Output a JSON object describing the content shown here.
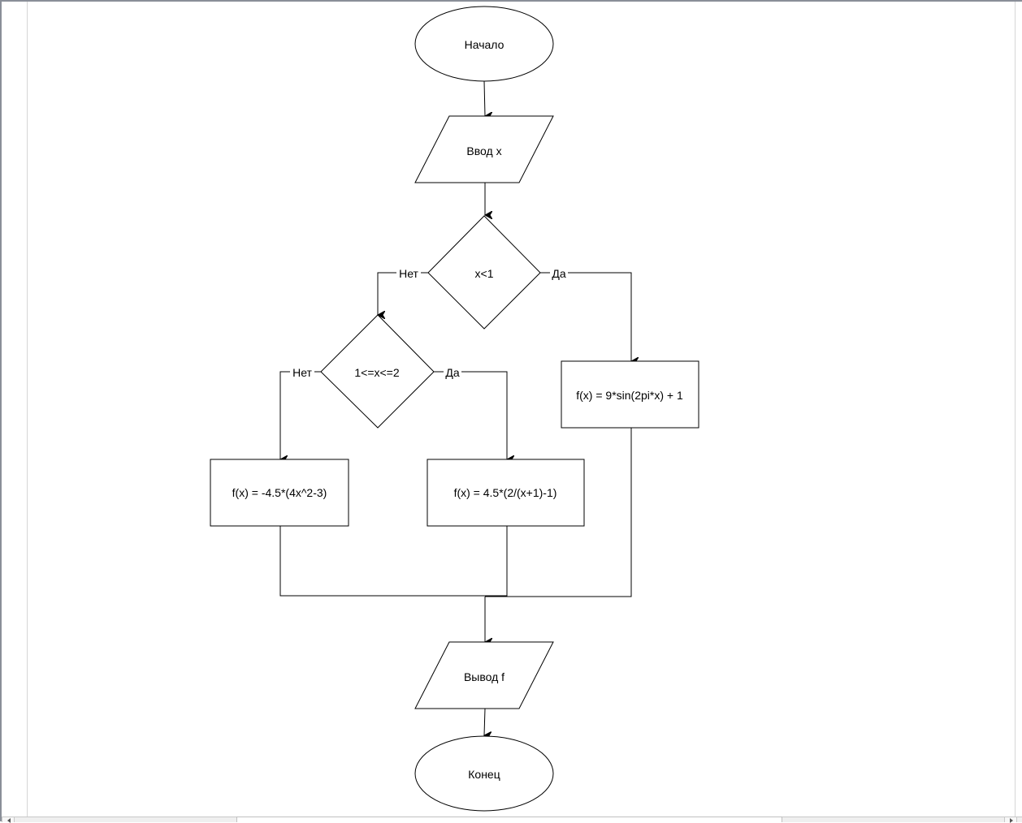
{
  "diagram": {
    "type": "flowchart",
    "nodes": {
      "start": {
        "shape": "ellipse",
        "label": "Начало"
      },
      "input": {
        "shape": "parallelogram",
        "label": "Ввод x"
      },
      "cond1": {
        "shape": "diamond",
        "label": "x<1"
      },
      "cond2": {
        "shape": "diamond",
        "label": "1<=x<=2"
      },
      "f_sin": {
        "shape": "rectangle",
        "label": "f(x) = 9*sin(2pi*x) + 1"
      },
      "f_quad": {
        "shape": "rectangle",
        "label": "f(x) = -4.5*(4x^2-3)"
      },
      "f_frac": {
        "shape": "rectangle",
        "label": "f(x) = 4.5*(2/(x+1)-1)"
      },
      "output": {
        "shape": "parallelogram",
        "label": "Вывод f"
      },
      "end": {
        "shape": "ellipse",
        "label": "Конец"
      }
    },
    "edges": [
      {
        "from": "start",
        "to": "input",
        "label": ""
      },
      {
        "from": "input",
        "to": "cond1",
        "label": ""
      },
      {
        "from": "cond1",
        "to": "cond2",
        "label": "Нет"
      },
      {
        "from": "cond1",
        "to": "f_sin",
        "label": "Да"
      },
      {
        "from": "cond2",
        "to": "f_quad",
        "label": "Нет"
      },
      {
        "from": "cond2",
        "to": "f_frac",
        "label": "Да"
      },
      {
        "from": "f_quad",
        "to": "output",
        "label": ""
      },
      {
        "from": "f_frac",
        "to": "output",
        "label": ""
      },
      {
        "from": "f_sin",
        "to": "output",
        "label": ""
      },
      {
        "from": "output",
        "to": "end",
        "label": ""
      }
    ]
  },
  "colors": {
    "stroke": "#000000",
    "fill": "#ffffff",
    "frame": "#8a8f98"
  }
}
